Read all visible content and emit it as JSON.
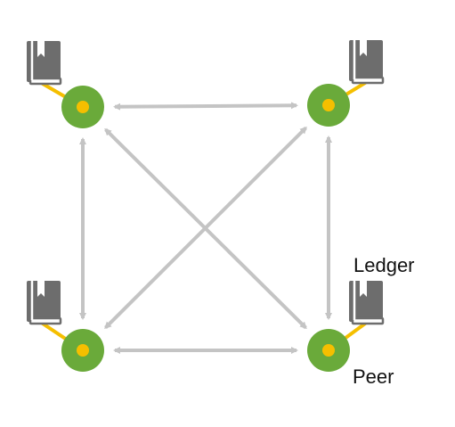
{
  "labels": {
    "ledger": "Ledger",
    "peer": "Peer"
  },
  "nodes": [
    {
      "id": "top-left",
      "kind": "peer",
      "has_ledger": true
    },
    {
      "id": "top-right",
      "kind": "peer",
      "has_ledger": true
    },
    {
      "id": "bottom-left",
      "kind": "peer",
      "has_ledger": true
    },
    {
      "id": "bottom-right",
      "kind": "peer",
      "has_ledger": true
    }
  ],
  "edges": [
    {
      "from": "top-left",
      "to": "top-right",
      "arrows": "both"
    },
    {
      "from": "bottom-left",
      "to": "bottom-right",
      "arrows": "both"
    },
    {
      "from": "top-left",
      "to": "bottom-left",
      "arrows": "both"
    },
    {
      "from": "top-right",
      "to": "bottom-right",
      "arrows": "both"
    },
    {
      "from": "top-left",
      "to": "bottom-right",
      "arrows": "both"
    },
    {
      "from": "top-right",
      "to": "bottom-left",
      "arrows": "both"
    }
  ],
  "icons": {
    "ledger": "book-icon",
    "peer": "peer-node-icon"
  },
  "colors": {
    "peer_fill": "#6aaa3a",
    "peer_center": "#f5bf00",
    "connector": "#f5bf00",
    "edge": "#c4c4c4",
    "book": "#6d6d6d"
  }
}
